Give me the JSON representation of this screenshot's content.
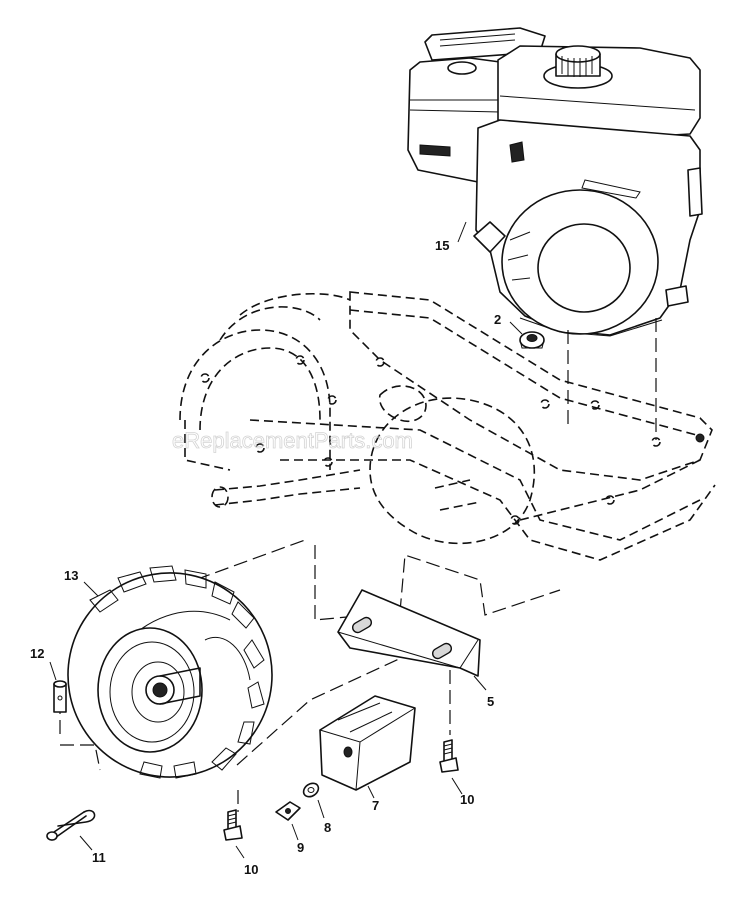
{
  "watermark": "eReplacementParts.com",
  "parts": [
    {
      "id": "part-2",
      "label": "2"
    },
    {
      "id": "part-5",
      "label": "5"
    },
    {
      "id": "part-7",
      "label": "7"
    },
    {
      "id": "part-8",
      "label": "8"
    },
    {
      "id": "part-9",
      "label": "9"
    },
    {
      "id": "part-10a",
      "label": "10"
    },
    {
      "id": "part-10b",
      "label": "10"
    },
    {
      "id": "part-11",
      "label": "11"
    },
    {
      "id": "part-12",
      "label": "12"
    },
    {
      "id": "part-13",
      "label": "13"
    },
    {
      "id": "part-15",
      "label": "15"
    }
  ]
}
